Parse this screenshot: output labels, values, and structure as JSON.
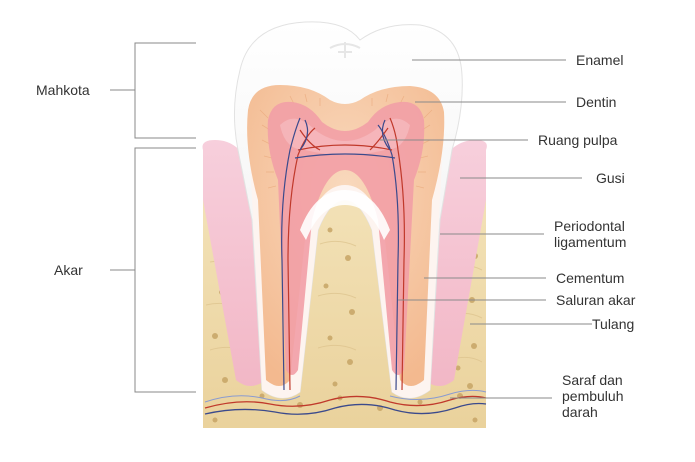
{
  "labels": {
    "mahkota": "Mahkota",
    "akar": "Akar",
    "enamel": "Enamel",
    "dentin": "Dentin",
    "ruang_pulpa": "Ruang pulpa",
    "gusi": "Gusi",
    "periodontal_1": "Periodontal",
    "periodontal_2": "ligamentum",
    "cementum": "Cementum",
    "saluran_akar": "Saluran akar",
    "tulang": "Tulang",
    "saraf_1": "Saraf dan",
    "saraf_2": "pembuluh",
    "saraf_3": "darah"
  },
  "colors": {
    "enamel": "#f4f4f4",
    "dentin": "#f6c9a6",
    "pulp": "#f2a0a8",
    "gum": "#f6c3d0",
    "bone": "#efd9a8",
    "bone_spot": "#c9a868",
    "nerve_red": "#c0392b",
    "nerve_blue": "#3b4a8c",
    "leader": "#888888"
  }
}
